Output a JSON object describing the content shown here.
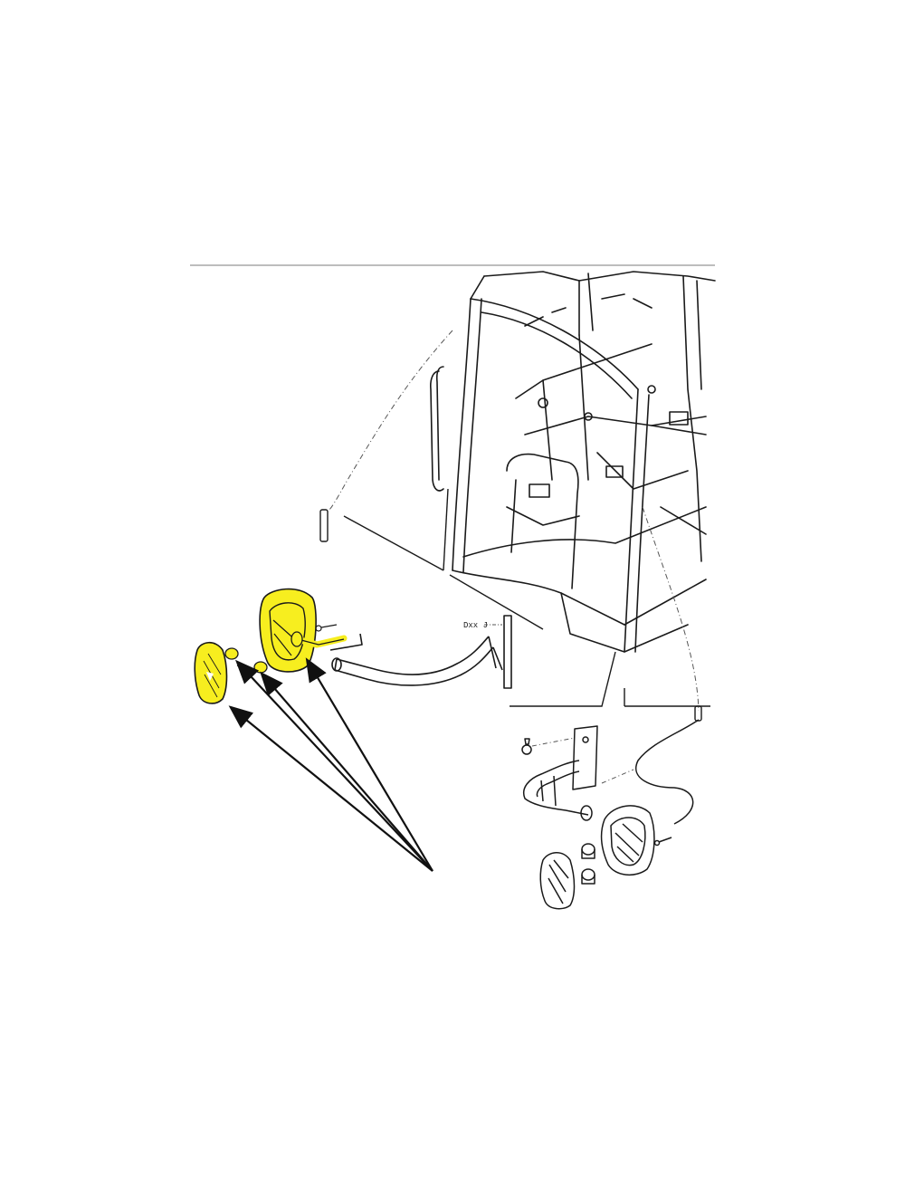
{
  "diagram": {
    "part_label": "Dxx J",
    "colors": {
      "line": "#1a1a1a",
      "highlight": "#f7ee1f",
      "divider": "#bdbdbd",
      "background": "#ffffff"
    },
    "icons": [
      "cab-frame",
      "mirror-arm",
      "work-light-housing",
      "lens-cover",
      "bulb",
      "pointer-arrow"
    ],
    "highlighted_parts": [
      "lens-cover",
      "bulb-1",
      "bulb-2",
      "work-light-housing"
    ],
    "pointer_count": 4
  }
}
